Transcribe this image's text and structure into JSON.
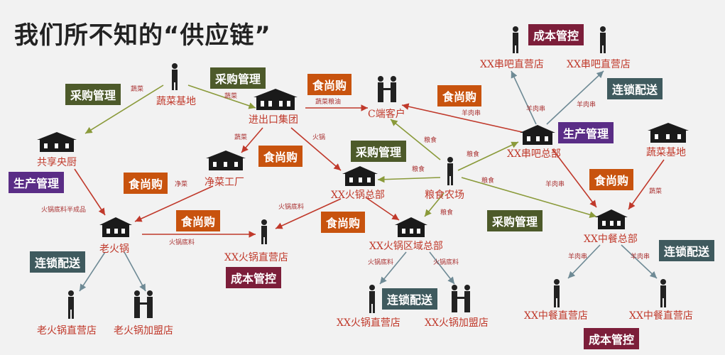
{
  "title": "我们所不知的“供应链”",
  "nodes": {
    "vegbase1": "蔬菜基地",
    "import": "进出口集团",
    "customer": "C端客户",
    "sharedkitchen": "共享央厨",
    "cleanveg": "净菜工厂",
    "hqhotpot": "XX火锅总部",
    "grainfarm": "粮食农场",
    "bbqhq": "XX串吧总部",
    "vegbase2": "蔬菜基地",
    "oldhotpot": "老火锅",
    "hotpotstore": "XX火锅直营店",
    "regional": "XX火锅区域总部",
    "chinesehq": "XX中餐总部",
    "oldstore": "老火锅直营店",
    "oldfranchise": "老火锅加盟店",
    "hpstore2": "XX火锅直营店",
    "hpfranchise": "XX火锅加盟店",
    "bbqstore1": "XX串吧直营店",
    "bbqstore2": "XX串吧直营店",
    "cnstore1": "XX中餐直营店",
    "cnstore2": "XX中餐直营店"
  },
  "tags": {
    "t1": "采购管理",
    "t2": "采购管理",
    "t3": "食尚购",
    "t4": "成本管控",
    "t5": "食尚购",
    "t6": "连锁配送",
    "t7": "生产管理",
    "t8": "食尚购",
    "t9": "采购管理",
    "t10": "生产管理",
    "t11": "食尚购",
    "t12": "食尚购",
    "t13": "食尚购",
    "t14": "食尚购",
    "t15": "采购管理",
    "t16": "连锁配送",
    "t17": "成本管控",
    "t18": "连锁配送",
    "t19": "连锁配送",
    "t20": "成本管控"
  },
  "edge_labels": {
    "e1": "蔬菜",
    "e2": "蔬菜",
    "e3": "蔬菜粮油",
    "e4": "羊肉串",
    "e5": "羊肉串",
    "e6": "羊肉串",
    "e7": "蔬菜",
    "e8": "火锅",
    "e9": "粮食",
    "e10": "粮食",
    "e11": "粮食",
    "e12": "粮食",
    "e13": "净菜",
    "e14": "火锅底料半成品",
    "e15": "火锅底料",
    "e16": "火锅底料",
    "e17": "粮食",
    "e18": "羊肉串",
    "e19": "蔬菜",
    "e20": "火锅底料",
    "e21": "火锅底料",
    "e22": "羊肉串",
    "e23": "羊肉串"
  }
}
